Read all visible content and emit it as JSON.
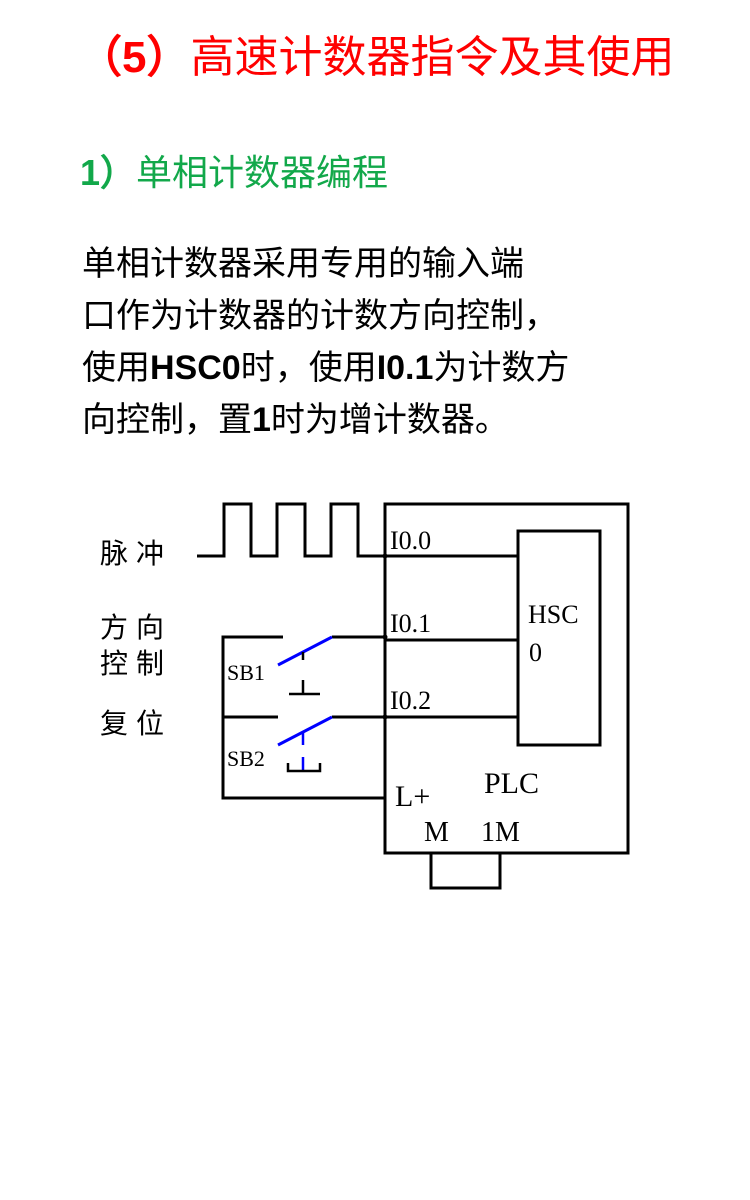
{
  "title": {
    "number": "（5）",
    "text": "高速计数器指令及其使用"
  },
  "subtitle": {
    "number": "1）",
    "text": "单相计数器编程"
  },
  "body": {
    "line1": "单相计数器采用专用的输入端",
    "line2": "口作为计数器的计数方向控制，",
    "line3_a": "使用",
    "line3_b": "HSC0",
    "line3_c": "时，使用",
    "line3_d": "I0.1",
    "line3_e": "为计数方",
    "line4_a": "向控制，置",
    "line4_b": "1",
    "line4_c": "时为增计数器。"
  },
  "diagram": {
    "left_labels": {
      "pulse": "脉冲",
      "direction_1": "方向",
      "direction_2": "控制",
      "reset": "复位"
    },
    "switches": [
      "SB1",
      "SB2"
    ],
    "inputs": [
      "I0.0",
      "I0.1",
      "I0.2"
    ],
    "counter_block": {
      "line1": "HSC",
      "line2": "0"
    },
    "plc_label": "PLC",
    "power_terminal": "L+",
    "common_terminals": [
      "M",
      "1M"
    ],
    "colors": {
      "wire": "#000000",
      "switch_blade": "#0000ff"
    }
  }
}
